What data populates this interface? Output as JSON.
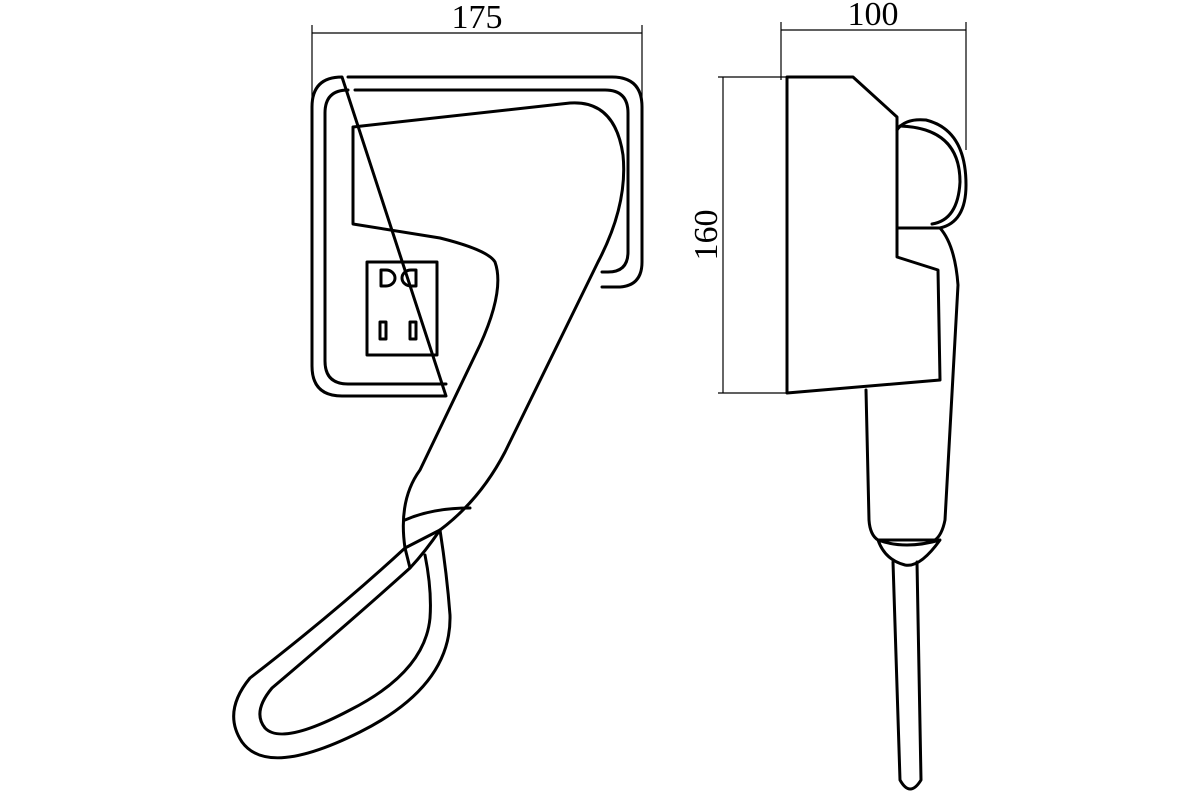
{
  "dimensions": {
    "width": "175",
    "depth": "100",
    "height": "160"
  }
}
